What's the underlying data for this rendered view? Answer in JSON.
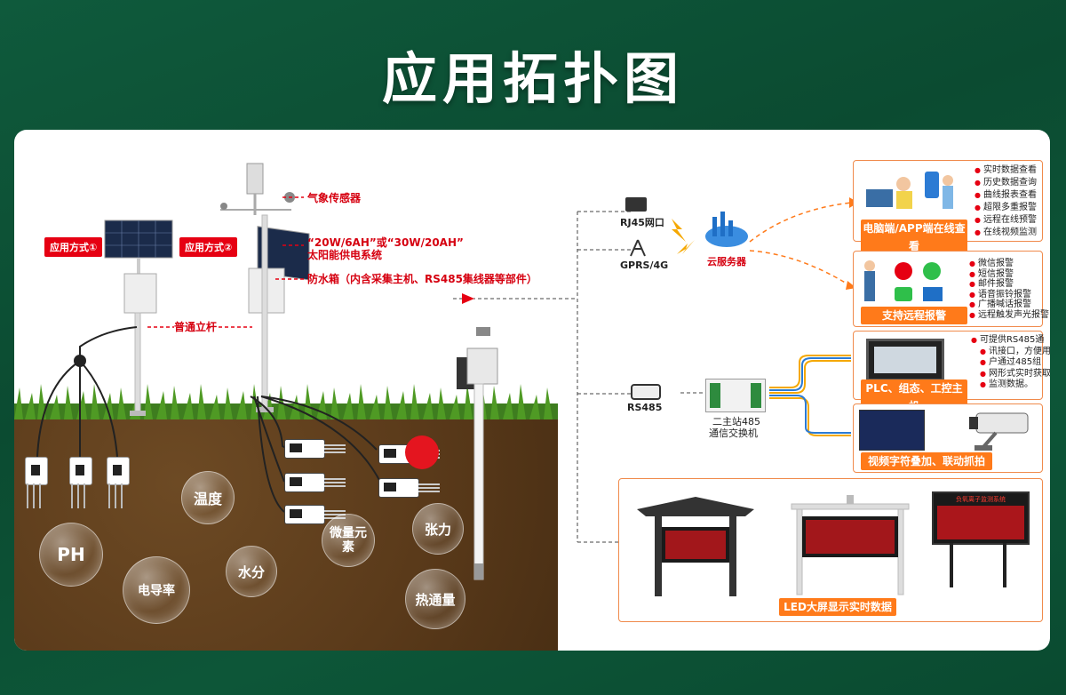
{
  "title": "应用拓扑图",
  "field": {
    "method1": "应用方式①",
    "method2": "应用方式②",
    "weather_sensor": "气象传感器",
    "power_line1": "“20W/6AH”或“30W/20AH”",
    "power_line2": "太阳能供电系统",
    "box": "防水箱（内含采集主机、RS485集线器等部件）",
    "pole": "普通立杆"
  },
  "bubbles": [
    "温度",
    "PH",
    "电导率",
    "水分",
    "微量元素",
    "张力",
    "热通量"
  ],
  "network": {
    "rj45": "RJ45网口",
    "gprs": "GPRS/4G",
    "cloud": "云服务器",
    "rs485": "RS485",
    "switch_line1": "二主站485",
    "switch_line2": "通信交换机"
  },
  "cards": {
    "pc_app": {
      "banner": "电脑端/APP端在线查看",
      "items": [
        "实时数据查看",
        "历史数据查询",
        "曲线报表查看",
        "超限多重报警",
        "远程在线预警",
        "在线视频监测"
      ]
    },
    "alarm": {
      "banner": "支持远程报警",
      "items": [
        "微信报警",
        "短信报警",
        "邮件报警",
        "语音振铃报警",
        "广播喊话报警",
        "远程触发声光报警"
      ]
    },
    "plc": {
      "banner": "PLC、组态、工控主机",
      "desc": [
        "可提供RS485通",
        "讯接口，方便用",
        "户通过485组",
        "网形式实时获取",
        "监测数据。"
      ]
    },
    "video": {
      "banner": "视频字符叠加、联动抓拍"
    },
    "led": {
      "banner": "LED大屏显示实时数据",
      "board_title": "负氧离子监测系统"
    }
  },
  "colors": {
    "accent": "#e60012",
    "orange": "#ff7a1a",
    "bg_green": "#0b4b31"
  }
}
